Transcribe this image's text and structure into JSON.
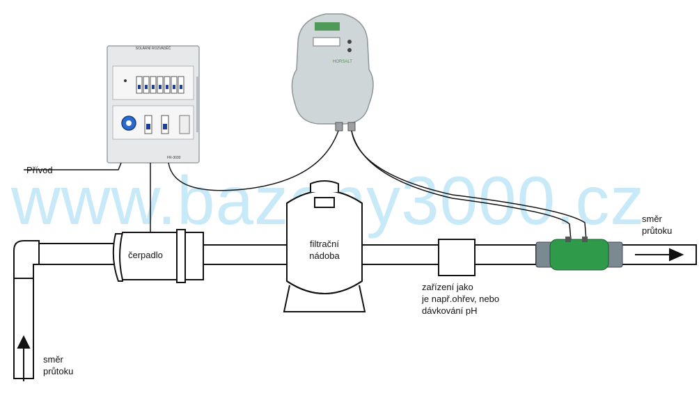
{
  "watermark": "www.bazeny3000.cz",
  "labels": {
    "privod": "Přívod",
    "pump": "čerpadlo",
    "filter": [
      "filtrační",
      "nádoba"
    ],
    "device": [
      "zařízení jako",
      "je např.ohřev, nebo",
      "dávkování pH"
    ],
    "flow_right": [
      "směr",
      "průtoku"
    ],
    "flow_bottom": [
      "směr",
      "průtoku"
    ]
  },
  "panel_logo_text": "SOLÁRNÍ ROZVADĚČ",
  "panel_foot_text": "FR-3030",
  "controller_brand": "HORSALT",
  "colors": {
    "watermark": "#bfe6f6",
    "pipe": "#111111",
    "cell_green": "#2f9a4a",
    "cell_cap": "#7a8a90",
    "panel_body": "#e6e8ea",
    "controller_body": "#cfd6d8"
  }
}
